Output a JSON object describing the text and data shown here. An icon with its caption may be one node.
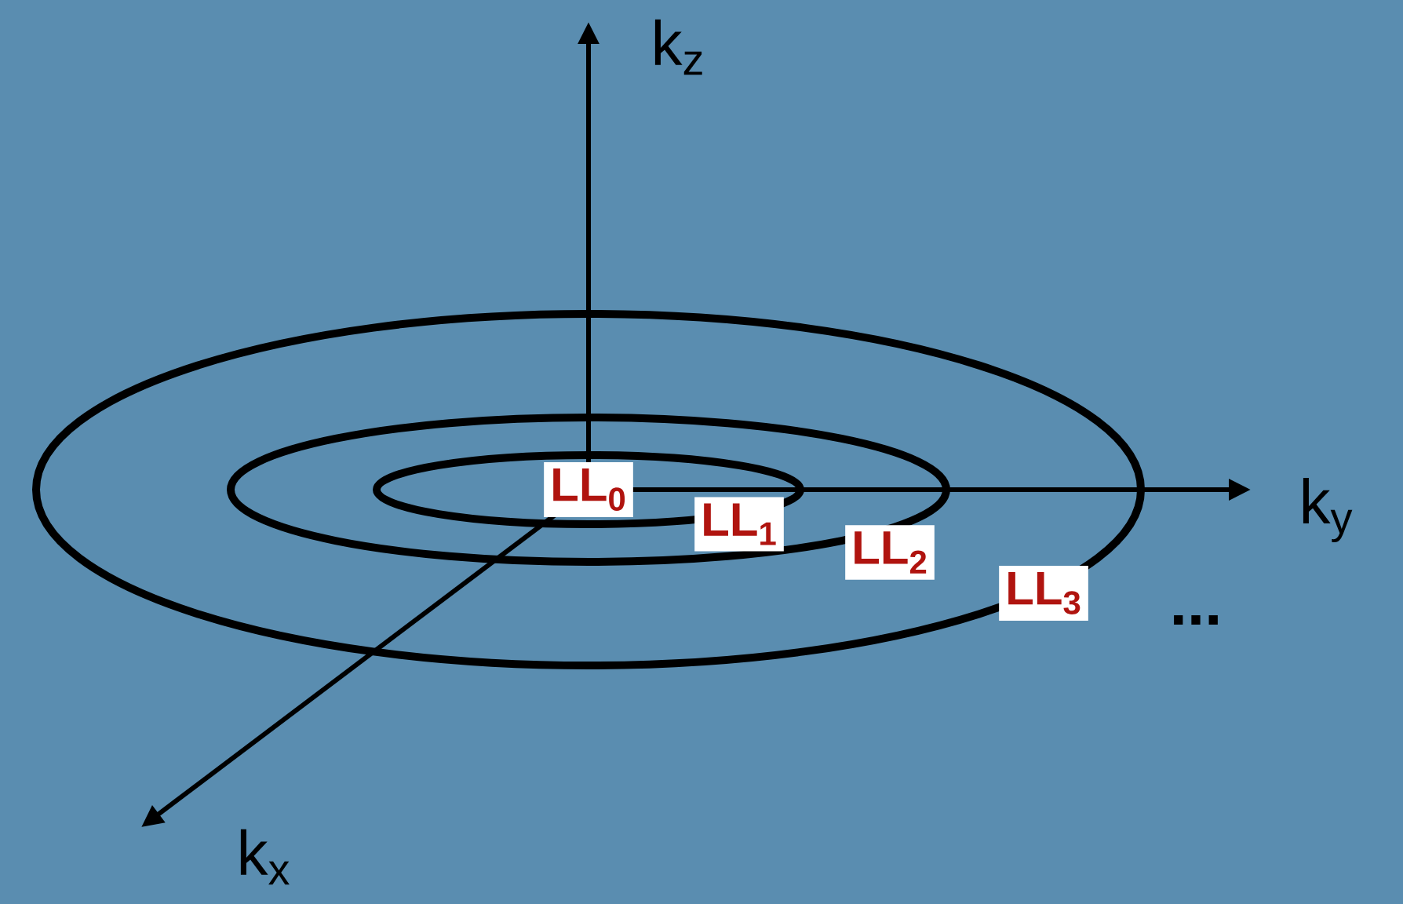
{
  "diagram": {
    "nodes": [
      {
        "text": [
          "LL$_{0}$"
        ]
      },
      {
        "text": [
          "LL$_{1}$"
        ]
      },
      {
        "text": [
          "LL$_{2}$"
        ]
      },
      {
        "text": [
          "LL$_{3}$"
        ]
      }
    ],
    "labels": [
      "k$_{z}$",
      "k$_{y}$",
      "...",
      "k$_{x}$"
    ]
  }
}
